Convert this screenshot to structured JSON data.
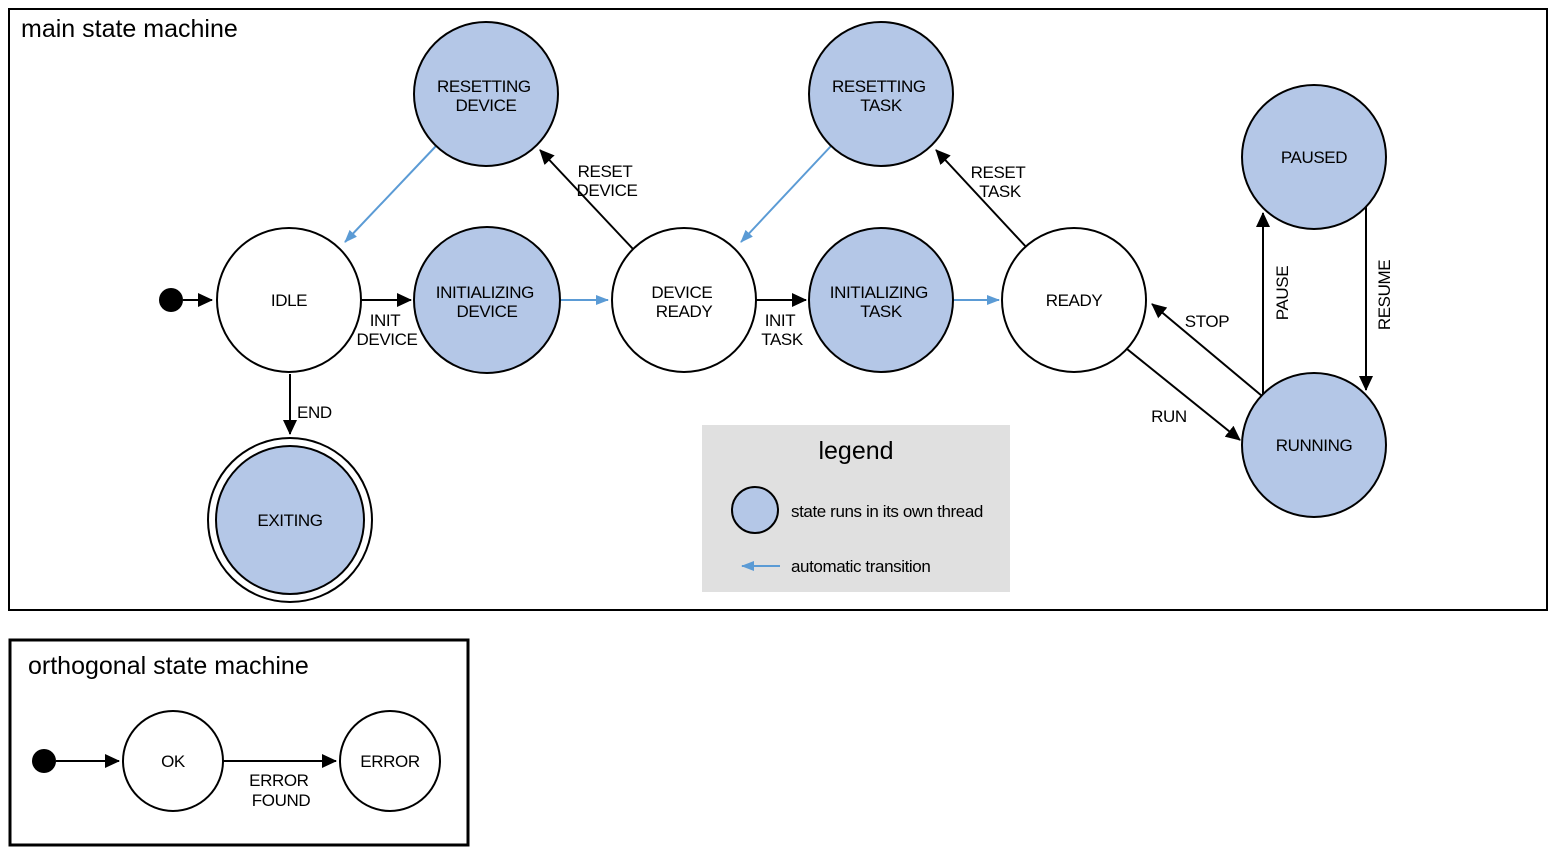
{
  "colors": {
    "threaded_state_fill": "#b4c7e7",
    "automatic_transition": "#5b9bd5",
    "legend_background": "#e0e0e0",
    "outline": "#000000"
  },
  "main_machine": {
    "title": "main state machine",
    "states": {
      "idle": {
        "label": "IDLE",
        "threaded": false
      },
      "resetting_device": {
        "line1": "RESETTING",
        "line2": "DEVICE",
        "threaded": true
      },
      "initializing_device": {
        "line1": "INITIALIZING",
        "line2": "DEVICE",
        "threaded": true
      },
      "device_ready": {
        "line1": "DEVICE",
        "line2": "READY",
        "threaded": false
      },
      "resetting_task": {
        "line1": "RESETTING",
        "line2": "TASK",
        "threaded": true
      },
      "initializing_task": {
        "line1": "INITIALIZING",
        "line2": "TASK",
        "threaded": true
      },
      "ready": {
        "label": "READY",
        "threaded": false
      },
      "paused": {
        "label": "PAUSED",
        "threaded": true
      },
      "running": {
        "label": "RUNNING",
        "threaded": true
      },
      "exiting": {
        "label": "EXITING",
        "threaded": true,
        "final": true
      }
    },
    "transitions": {
      "init_device": {
        "line1": "INIT",
        "line2": "DEVICE",
        "from": "IDLE",
        "to": "INITIALIZING DEVICE"
      },
      "reset_device": {
        "line1": "RESET",
        "line2": "DEVICE",
        "from": "DEVICE READY",
        "to": "RESETTING DEVICE"
      },
      "init_task": {
        "line1": "INIT",
        "line2": "TASK",
        "from": "DEVICE READY",
        "to": "INITIALIZING TASK"
      },
      "reset_task": {
        "line1": "RESET",
        "line2": "TASK",
        "from": "READY",
        "to": "RESETTING TASK"
      },
      "run": {
        "label": "RUN",
        "from": "READY",
        "to": "RUNNING"
      },
      "stop": {
        "label": "STOP",
        "from": "RUNNING",
        "to": "READY"
      },
      "pause": {
        "label": "PAUSE",
        "from": "RUNNING",
        "to": "PAUSED"
      },
      "resume": {
        "label": "RESUME",
        "from": "PAUSED",
        "to": "RUNNING"
      },
      "end": {
        "label": "END",
        "from": "IDLE",
        "to": "EXITING"
      },
      "auto_init_device_done": {
        "from": "INITIALIZING DEVICE",
        "to": "DEVICE READY",
        "automatic": true
      },
      "auto_reset_device_done": {
        "from": "RESETTING DEVICE",
        "to": "IDLE",
        "automatic": true
      },
      "auto_init_task_done": {
        "from": "INITIALIZING TASK",
        "to": "READY",
        "automatic": true
      },
      "auto_reset_task_done": {
        "from": "RESETTING TASK",
        "to": "DEVICE READY",
        "automatic": true
      }
    }
  },
  "legend": {
    "title": "legend",
    "items": [
      {
        "label": "state runs in its own thread"
      },
      {
        "label": "automatic transition"
      }
    ]
  },
  "orthogonal_machine": {
    "title": "orthogonal state machine",
    "states": {
      "ok": {
        "label": "OK"
      },
      "error": {
        "label": "ERROR"
      }
    },
    "transitions": {
      "error_found": {
        "line1": "ERROR",
        "line2": "FOUND",
        "from": "OK",
        "to": "ERROR"
      }
    }
  }
}
